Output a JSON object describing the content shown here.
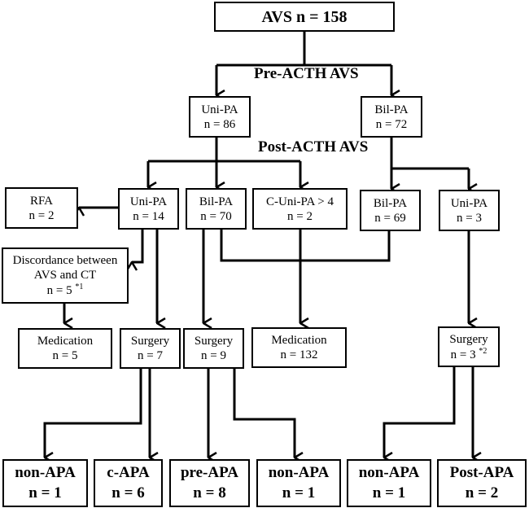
{
  "diagram": {
    "root": {
      "label": "AVS  n = 158"
    },
    "stages": {
      "pre": "Pre-ACTH AVS",
      "post": "Post-ACTH AVS"
    },
    "level1": [
      {
        "line1": "Uni-PA",
        "line2": "n = 86"
      },
      {
        "line1": "Bil-PA",
        "line2": "n = 72"
      }
    ],
    "level2": [
      {
        "line1": "RFA",
        "line2": "n = 2"
      },
      {
        "line1": "Uni-PA",
        "line2": "n = 14"
      },
      {
        "line1": "Bil-PA",
        "line2": "n = 70"
      },
      {
        "line1": "C-Uni-PA > 4",
        "line2": "n = 2"
      },
      {
        "line1": "Bil-PA",
        "line2": "n = 69"
      },
      {
        "line1": "Uni-PA",
        "line2": "n = 3"
      }
    ],
    "discordance": {
      "line1": "Discordance between",
      "line2": "AVS and CT",
      "line3": "n = 5",
      "note": "*1"
    },
    "level3": [
      {
        "line1": "Medication",
        "line2": "n =  5",
        "note": ""
      },
      {
        "line1": "Surgery",
        "line2": "n = 7",
        "note": ""
      },
      {
        "line1": "Surgery",
        "line2": "n = 9",
        "note": ""
      },
      {
        "line1": "Medication",
        "line2": "n =  132",
        "note": ""
      },
      {
        "line1": "Surgery",
        "line2": "n = 3",
        "note": "*2"
      }
    ],
    "outcomes": [
      {
        "line1": "non-APA",
        "line2": "n = 1"
      },
      {
        "line1": "c-APA",
        "line2": "n = 6"
      },
      {
        "line1": "pre-APA",
        "line2": "n = 8"
      },
      {
        "line1": "non-APA",
        "line2": "n = 1"
      },
      {
        "line1": "non-APA",
        "line2": "n = 1"
      },
      {
        "line1": "Post-APA",
        "line2": "n = 2"
      }
    ]
  }
}
